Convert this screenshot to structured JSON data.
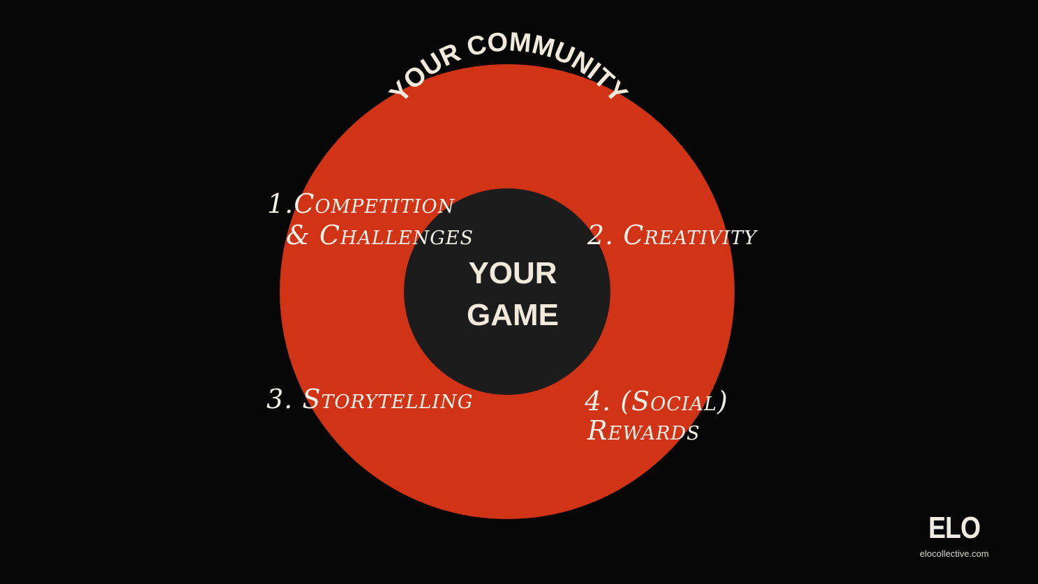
{
  "colors": {
    "background": "#070707",
    "outer_ring": "#d13316",
    "inner_circle": "#1c1c1c",
    "text_light": "#efeadb"
  },
  "outer_label": "YOUR COMMUNITY",
  "center_label": {
    "line1": "YOUR",
    "line2": "GAME"
  },
  "items": [
    {
      "line1": "1.Competition",
      "line2": "& Challenges"
    },
    {
      "line1": "2. Creativity"
    },
    {
      "line1": "3. Storytelling"
    },
    {
      "line1": "4. (Social)",
      "line2": "Rewards"
    }
  ],
  "logo": {
    "mark": "ELO",
    "url": "elocollective.com"
  }
}
